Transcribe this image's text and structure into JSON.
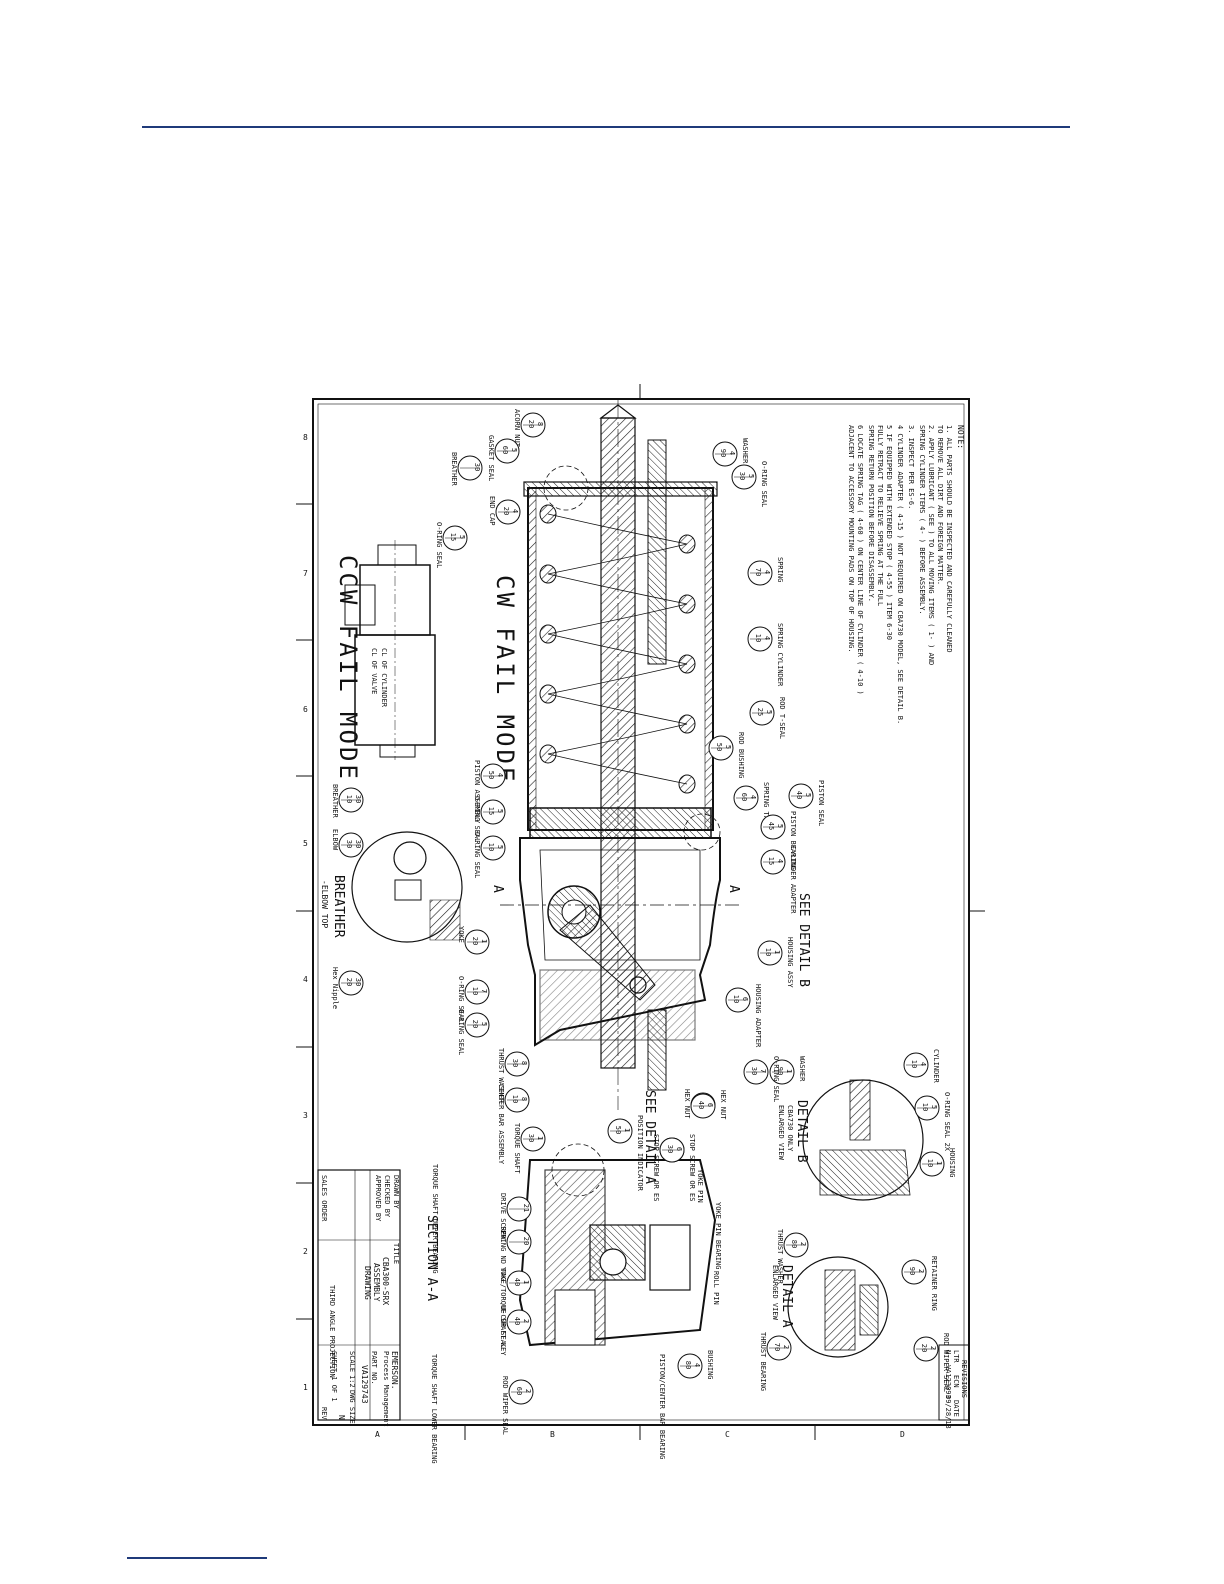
{
  "colors": {
    "rule": "#1f3a7a",
    "ink": "#111111",
    "hatch": "#222222"
  },
  "border": {
    "columns": [
      "8",
      "7",
      "6",
      "5",
      "4",
      "3",
      "2",
      "1"
    ],
    "rows": [
      "A",
      "B",
      "C",
      "D"
    ]
  },
  "notes": {
    "heading": "NOTE:",
    "lines": [
      "1. ALL PARTS SHOULD BE INSPECTED AND CAREFULLY CLEANED",
      "   TO REMOVE ALL DIRT AND FOREIGN MATTER.",
      "2. APPLY LUBRICANT ( SEE ) TO ALL MOVING ITEMS ( 1- ) AND",
      "   SPRING CYLINDER ITEMS ( 4- ) BEFORE ASSEMBLY.",
      "3. INSPECT PER ES-6.",
      "4  CYLINDER ADAPTER ( 4-15 ) NOT REQUIRED ON CBA730 MODEL, SEE DETAIL B.",
      "5  IF EQUIPPED WITH EXTENDED STOP ( 4-55 ) ITEM 6-30",
      "   FULLY RETRACT TO RELIEVE SPRING AT THE FULL",
      "   SPRING RETURN POSITION BEFORE DISASSEMBLY.",
      "6  LOCATE SPRING TAG ( 4-60 ) ON CENTER LINE OF CYLINDER ( 4-10 )",
      "   ADJACENT TO ACCESSORY MOUNTING PADS ON TOP OF HOUSING."
    ]
  },
  "views": {
    "cw_fail_mode": "CW FAIL MODE",
    "ccw_fail_mode": "CCW FAIL MODE",
    "see_detail_b": "SEE DETAIL B",
    "see_detail_a": "SEE DETAIL A",
    "section_aa": "SECTION A-A",
    "section_marker": "A",
    "detail_b_title": "DETAIL B",
    "detail_b_sub": "CBA730 ONLY",
    "detail_b_sub2": "ENLARGED VIEW",
    "detail_a_title": "DETAIL A",
    "detail_a_sub": "ENLARGED VIEW",
    "breather_elbow": "BREATHER",
    "breather_elbow2": "-ELBOW TOP",
    "cl_cylinder": "CL OF CYLINDER",
    "cl_valve": "CL OF VALVE"
  },
  "balloons_main": [
    {
      "id": "b1",
      "top": "8",
      "bot": "20",
      "label": "ACORN NUT"
    },
    {
      "id": "b2",
      "top": "5",
      "bot": "60",
      "label": "GASKET SEAL"
    },
    {
      "id": "b3",
      "top": "30",
      "bot": "",
      "label": "BREATHER"
    },
    {
      "id": "b4",
      "top": "4",
      "bot": "20",
      "label": "END CAP"
    },
    {
      "id": "b5",
      "top": "5",
      "bot": "15",
      "label": "O-RING SEAL"
    },
    {
      "id": "b6",
      "top": "4",
      "bot": "50",
      "label": "PISTON ASSEMBLY"
    },
    {
      "id": "b7",
      "top": "5",
      "bot": "15",
      "label": "O-RING SEAL"
    },
    {
      "id": "b8",
      "top": "5",
      "bot": "10",
      "label": "O-RING SEAL"
    },
    {
      "id": "b9",
      "top": "1",
      "bot": "20",
      "label": "YOKE"
    },
    {
      "id": "b10",
      "top": "7",
      "bot": "10",
      "label": "O-RING SEAL"
    },
    {
      "id": "b11",
      "top": "5",
      "bot": "20",
      "label": "O-RING SEAL"
    },
    {
      "id": "b12",
      "top": "8",
      "bot": "30",
      "label": "THRUST WASHER"
    },
    {
      "id": "b13",
      "top": "8",
      "bot": "10",
      "label": "CENTER BAR ASSEMBLY"
    },
    {
      "id": "b14",
      "top": "4",
      "bot": "30",
      "label": "STOP SCREW OR ES"
    },
    {
      "id": "b15",
      "top": "4",
      "bot": "40",
      "label": "HEX NUT"
    },
    {
      "id": "b16",
      "top": "4",
      "bot": "90",
      "label": "WASHER"
    },
    {
      "id": "b17",
      "top": "5",
      "bot": "30",
      "label": "O-RING SEAL"
    },
    {
      "id": "b18",
      "top": "4",
      "bot": "70",
      "label": "SPRING"
    },
    {
      "id": "b19",
      "top": "4",
      "bot": "10",
      "label": "SPRING CYLINDER"
    },
    {
      "id": "b20",
      "top": "5",
      "bot": "50",
      "label": "ROD BUSHING"
    },
    {
      "id": "b21",
      "top": "5",
      "bot": "25",
      "label": "ROD T-SEAL"
    },
    {
      "id": "b22",
      "top": "4",
      "bot": "60",
      "label": "SPRING TAG"
    },
    {
      "id": "b23",
      "top": "5",
      "bot": "40",
      "label": "PISTON SEAL"
    },
    {
      "id": "b24",
      "top": "5",
      "bot": "45",
      "label": "PISTON BEARING"
    },
    {
      "id": "b25",
      "top": "4",
      "bot": "15",
      "label": "CYLINDER ADAPTER"
    },
    {
      "id": "b26",
      "top": "1",
      "bot": "10",
      "label": "HOUSING ASSY"
    },
    {
      "id": "b27",
      "top": "6",
      "bot": "10",
      "label": "HOUSING ADAPTER"
    },
    {
      "id": "b28",
      "top": "1",
      "bot": "90",
      "label": "WASHER"
    },
    {
      "id": "b29",
      "top": "7",
      "bot": "30",
      "label": "O-RING SEAL"
    },
    {
      "id": "b30",
      "top": "6",
      "bot": "40",
      "label": "HEX NUT"
    },
    {
      "id": "b31",
      "top": "6",
      "bot": "30",
      "label": "STOP SCREW OR ES"
    },
    {
      "id": "b32",
      "top": "30",
      "bot": "10",
      "label": "BREATHER"
    },
    {
      "id": "b33",
      "top": "30",
      "bot": "30",
      "label": "ELBOW"
    },
    {
      "id": "b34",
      "top": "30",
      "bot": "20",
      "label": "Hex Nipple"
    }
  ],
  "balloons_section": [
    {
      "id": "s1",
      "top": "1",
      "bot": "30",
      "label": "TORQUE SHAFT"
    },
    {
      "id": "s2",
      "top": "1",
      "bot": "50",
      "label": "POSITION INDICATOR"
    },
    {
      "id": "s3",
      "top": "21",
      "bot": "",
      "label": "DRIVE SCREW"
    },
    {
      "id": "s4",
      "top": "20",
      "bot": "",
      "label": "SPRING ND TAG"
    },
    {
      "id": "s5",
      "top": "1",
      "bot": "40",
      "label": "YOKE/TORQUE SHAFT KEY"
    },
    {
      "id": "s6",
      "top": "2",
      "bot": "40",
      "label": "U-CUP SEAL"
    },
    {
      "id": "s7",
      "top": "2",
      "bot": "60",
      "label": "ROD WIPER SEAL"
    },
    {
      "id": "s8",
      "top": "4",
      "bot": "80",
      "label": "BUSHING"
    },
    {
      "id": "s9",
      "top": "",
      "bot": "",
      "label": "TORQUE SHAFT UPPER BEARING"
    },
    {
      "id": "s10",
      "top": "",
      "bot": "",
      "label": "TORQUE SHAFT LOWER BEARING"
    },
    {
      "id": "s11",
      "top": "",
      "bot": "",
      "label": "YOKE PIN"
    },
    {
      "id": "s12",
      "top": "",
      "bot": "",
      "label": "YOKE PIN BEARING"
    },
    {
      "id": "s13",
      "top": "",
      "bot": "",
      "label": "ROLL PIN"
    },
    {
      "id": "s14",
      "top": "",
      "bot": "",
      "label": "PISTON/CENTER BAR BEARING"
    }
  ],
  "balloons_detail": [
    {
      "id": "d1",
      "top": "5",
      "bot": "10",
      "label": "O-RING SEAL 2X"
    },
    {
      "id": "d2",
      "top": "4",
      "bot": "10",
      "label": "CYLINDER"
    },
    {
      "id": "d3",
      "top": "1",
      "bot": "10",
      "label": "HOUSING"
    },
    {
      "id": "d4",
      "top": "2",
      "bot": "90",
      "label": "RETAINER RING"
    },
    {
      "id": "d5",
      "top": "2",
      "bot": "80",
      "label": "THRUST WASHER"
    },
    {
      "id": "d6",
      "top": "2",
      "bot": "70",
      "label": "THRUST BEARING"
    },
    {
      "id": "d7",
      "top": "2",
      "bot": "20",
      "label": "ROD WIPER SEAL"
    }
  ],
  "title_block": {
    "title_label": "TITLE",
    "title_line1": "CBA300-SRX",
    "title_line2": "ASSEMBLY",
    "title_line3": "DRAWING",
    "company": "EMERSON.",
    "company_sub": "Process Management",
    "part_no_label": "PART NO.",
    "part_no": "VA129743",
    "size_label": "DWG SIZE",
    "size": "N",
    "scale_label": "SCALE",
    "scale": "1:2",
    "sheet": "SHEET 1 OF 1",
    "rev_label": "REV",
    "drawn_label": "DRAWN BY",
    "checked_label": "CHECKED BY",
    "approved_label": "APPROVED BY",
    "sales_label": "SALES ORDER",
    "revisions_label": "REVISIONS",
    "ltr_label": "LTR",
    "ecn_label": "ECN",
    "date_label": "DATE",
    "angle_label": "THIRD ANGLE PROJECTION",
    "rev_ltr": "N",
    "rev_ecn": "VA123093",
    "rev_date": "09/28/13"
  }
}
